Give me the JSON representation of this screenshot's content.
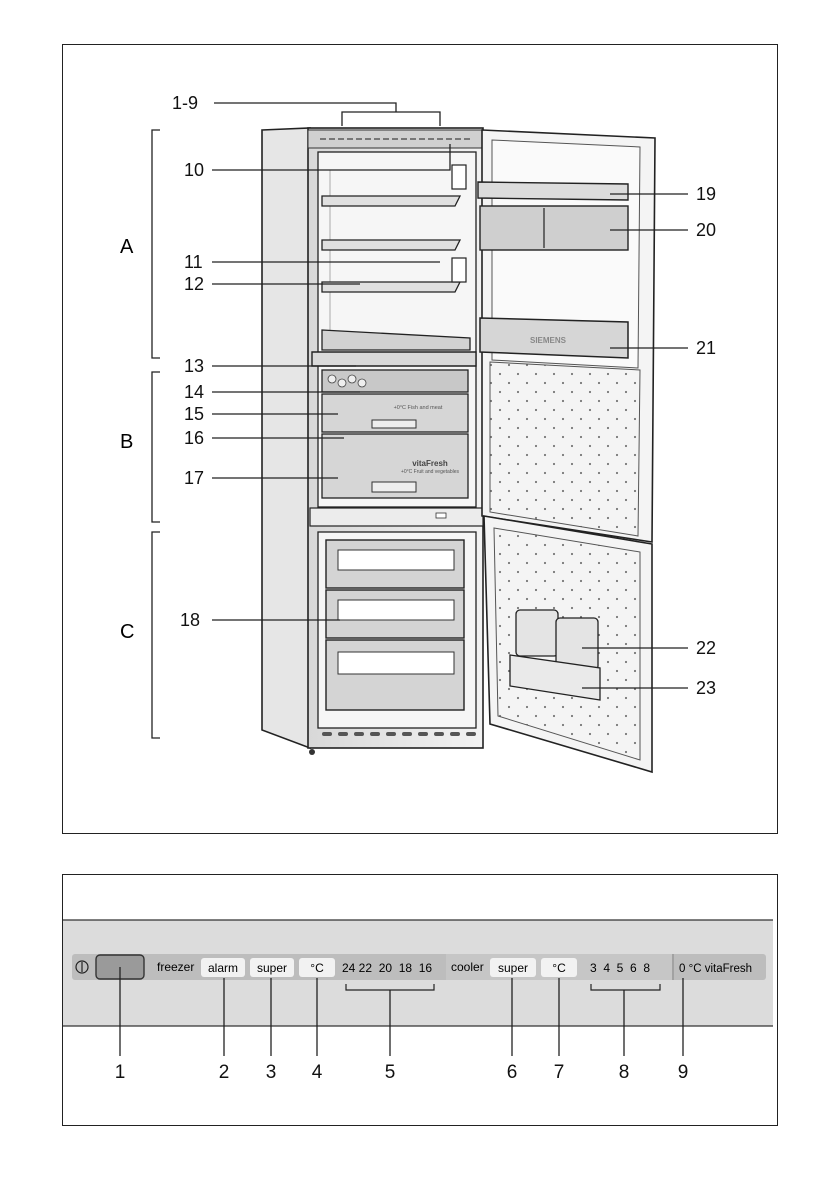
{
  "top_diagram": {
    "section_labels": [
      "A",
      "B",
      "C"
    ],
    "callouts": [
      "1-9",
      "10",
      "11",
      "12",
      "13",
      "14",
      "15",
      "16",
      "17",
      "18",
      "19",
      "20",
      "21",
      "22",
      "23"
    ],
    "drawer_text": {
      "crisper_15": "+0°C Fish and meat",
      "crisper_17_brand": "vitaFresh",
      "crisper_17_sub": "+0°C Fruit and vegetables",
      "bottle_shelf_brand": "SIEMENS"
    }
  },
  "control_panel": {
    "freezer_label": "freezer",
    "alarm_label": "alarm",
    "freezer_super_label": "super",
    "freezer_unit_label": "°C",
    "freezer_temps": "24 22  20  18  16",
    "cooler_label": "cooler",
    "cooler_super_label": "super",
    "cooler_unit_label": "°C",
    "cooler_temps": "3  4  5  6  8",
    "vitafresh_label": "0 °C vitaFresh",
    "numbers": [
      "1",
      "2",
      "3",
      "4",
      "5",
      "6",
      "7",
      "8",
      "9"
    ]
  }
}
